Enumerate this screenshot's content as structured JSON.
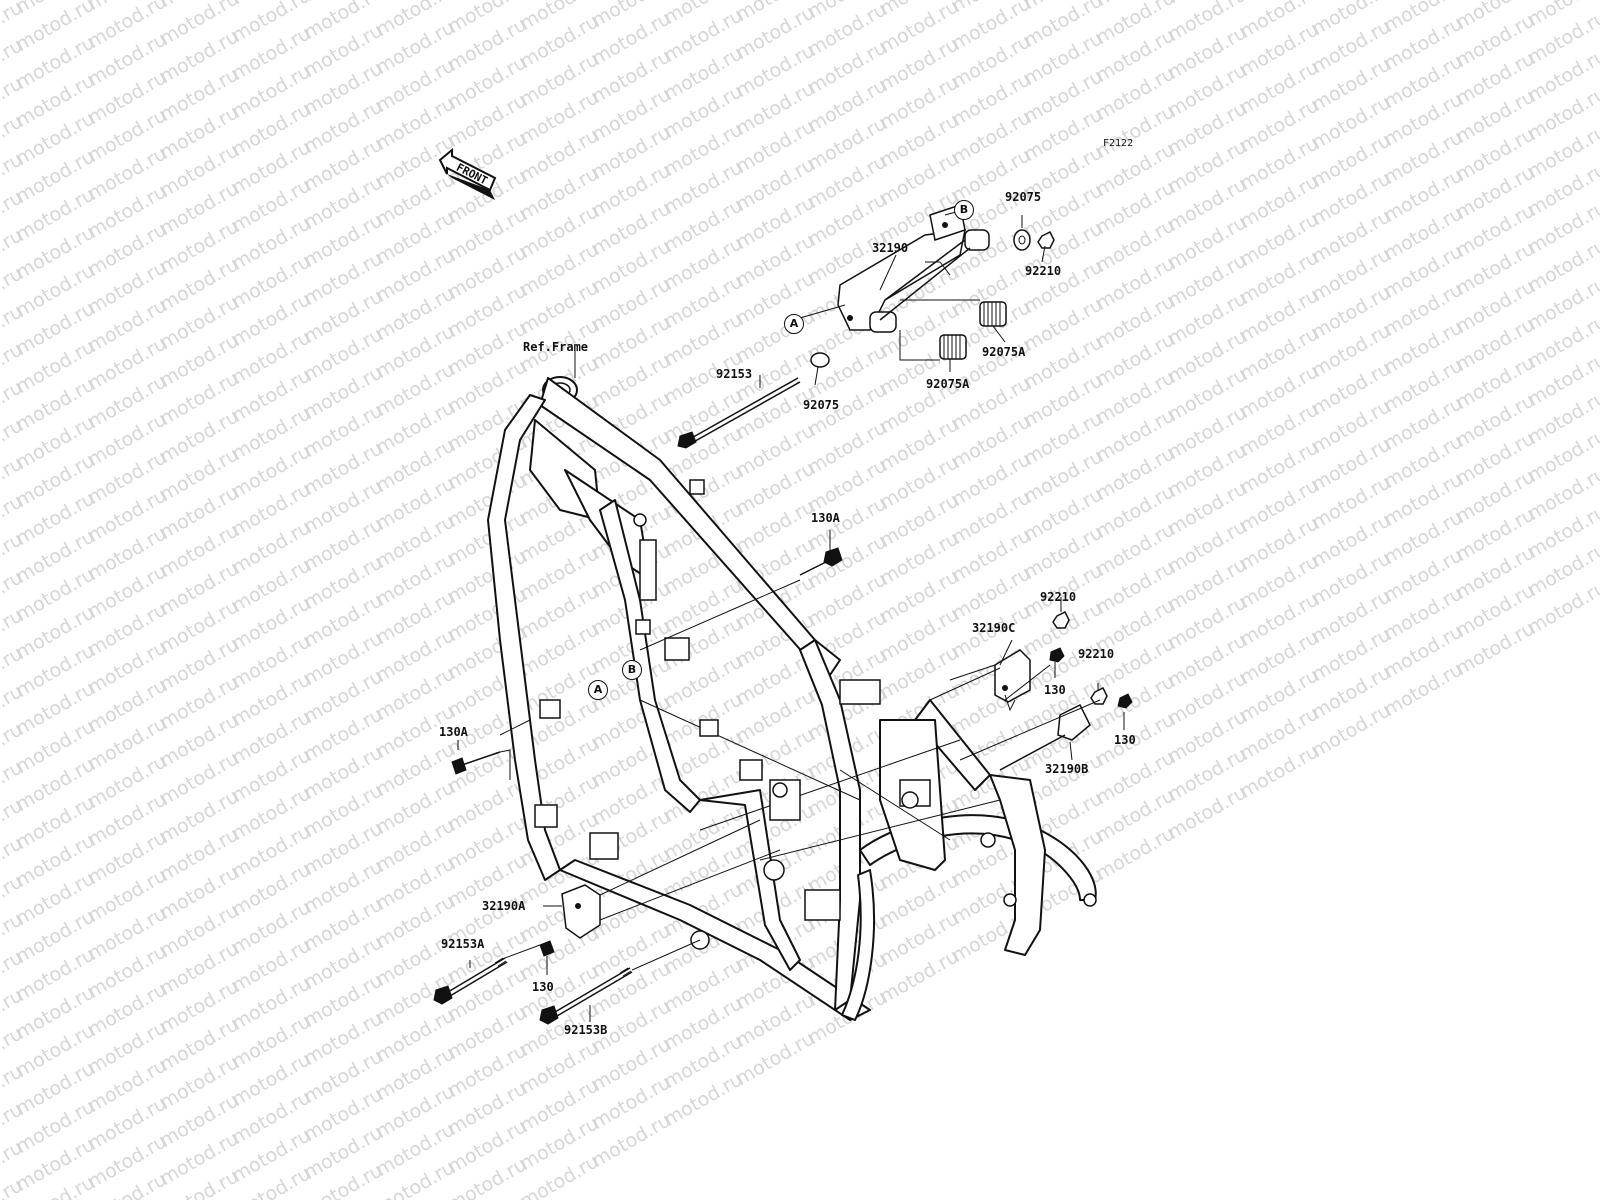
{
  "diagram_code": "F2122",
  "front_arrow_label": "FRONT",
  "watermark_text": "motod.ru",
  "ref_frame_label": "Ref.Frame",
  "parts": {
    "p32190": "32190",
    "p92075_top": "92075",
    "p92210_top": "92210",
    "p92075A_right": "92075A",
    "p92075A_left": "92075A",
    "p92153": "92153",
    "p92075_left": "92075",
    "p130A_top": "130A",
    "p92210_mid": "92210",
    "p32190C": "32190C",
    "p92210_right": "92210",
    "p130_right1": "130",
    "p130_right2": "130",
    "p32190B": "32190B",
    "p130A_left": "130A",
    "p32190A": "32190A",
    "p92153A": "92153A",
    "p130_bottom": "130",
    "p92153B": "92153B"
  },
  "callouts": {
    "a_top": "A",
    "b_top": "B",
    "a_frame": "A",
    "b_frame": "B"
  }
}
